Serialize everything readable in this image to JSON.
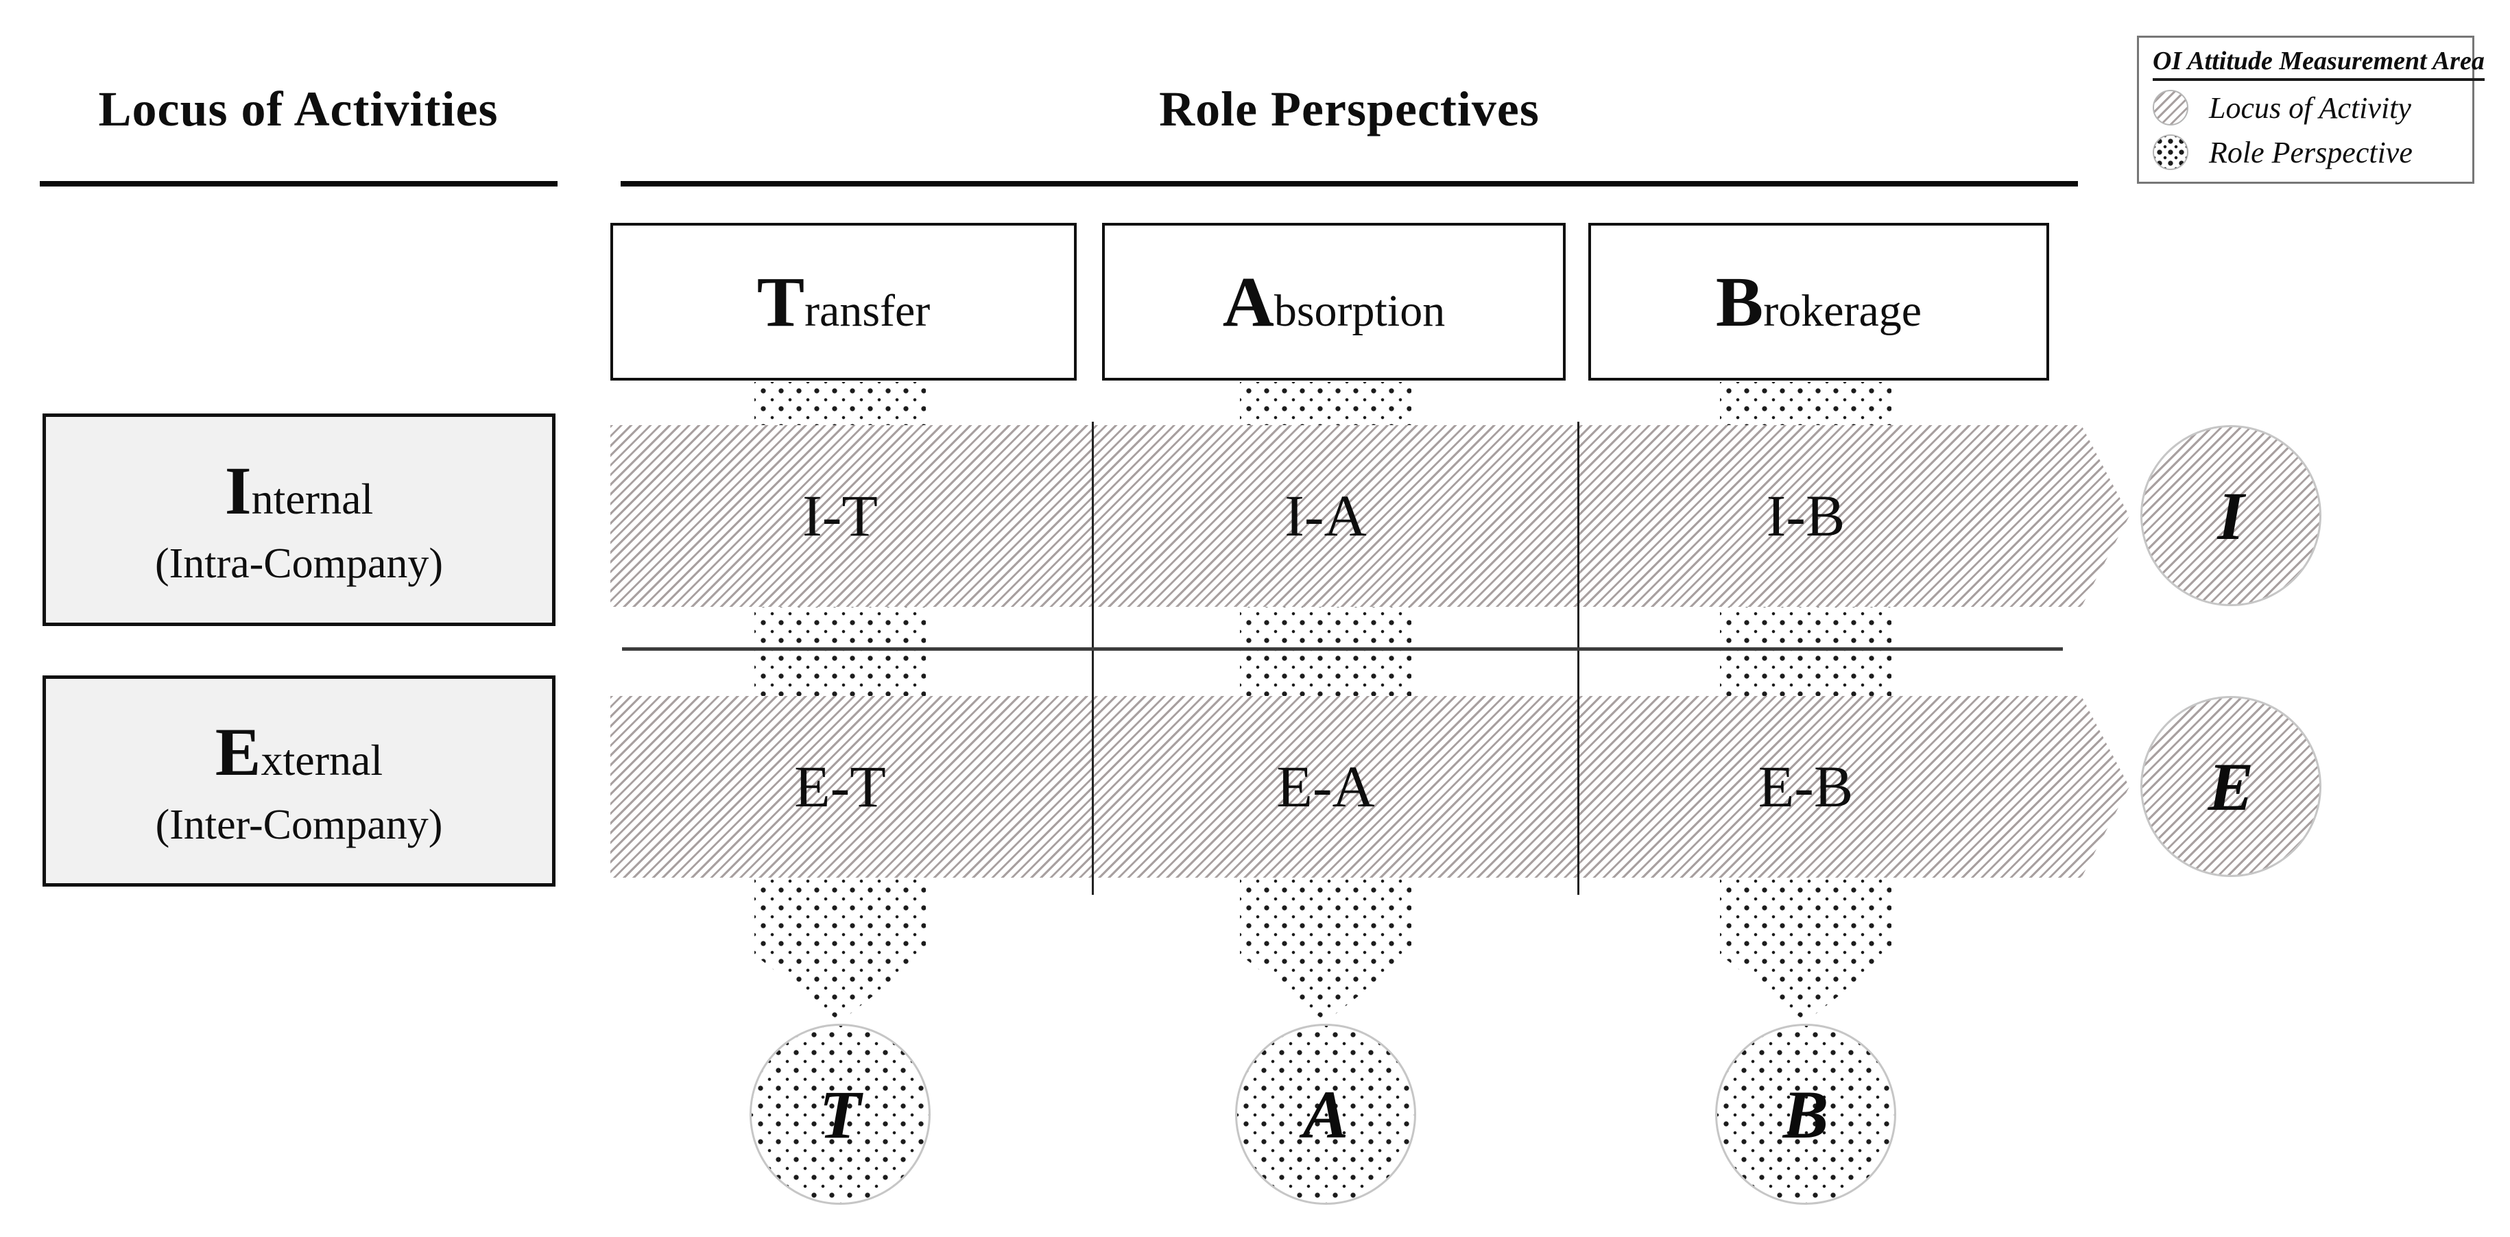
{
  "headers": {
    "locus_title": "Locus of Activities",
    "role_title": "Role Perspectives"
  },
  "columns": [
    {
      "id": "transfer",
      "first_letter": "T",
      "rest": "ransfer"
    },
    {
      "id": "absorption",
      "first_letter": "A",
      "rest": "bsorption"
    },
    {
      "id": "brokerage",
      "first_letter": "B",
      "rest": "rokerage"
    }
  ],
  "rows": [
    {
      "id": "internal",
      "first_letter": "I",
      "rest": "nternal",
      "subtitle": "(Intra-Company)",
      "arrow_label": "I",
      "cells": [
        "I-T",
        "I-A",
        "I-B"
      ]
    },
    {
      "id": "external",
      "first_letter": "E",
      "rest": "xternal",
      "subtitle": "(Inter-Company)",
      "arrow_label": "E",
      "cells": [
        "E-T",
        "E-A",
        "E-B"
      ]
    }
  ],
  "column_arrows": [
    "T",
    "A",
    "B"
  ],
  "legend": {
    "title": "OI Attitude Measurement Area",
    "items": [
      {
        "pattern": "hatch",
        "label": "Locus of Activity"
      },
      {
        "pattern": "dots",
        "label": "Role Perspective"
      }
    ]
  },
  "colors": {
    "background": "#ffffff",
    "row_box_fill": "#f1f1f1",
    "border": "#111111",
    "hatch_line": "#a8a0a0",
    "dot": "#1c1c1c",
    "circle_ring": "#c6c6c6"
  }
}
